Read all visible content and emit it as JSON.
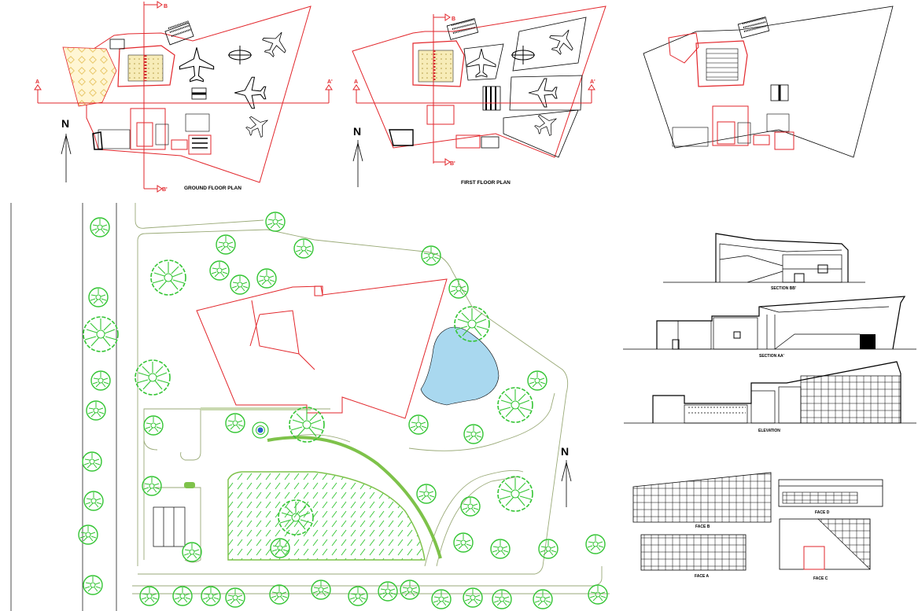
{
  "labels": {
    "ground_floor_plan": "GROUND FLOOR PLAN",
    "first_floor_plan": "FIRST FLOOR PLAN",
    "section_bb": "SECTION BB'",
    "section_aa": "SECTION AA'",
    "elevation": "ELEVATION",
    "face_a": "FACE A",
    "face_b": "FACE B",
    "face_c": "FACE C",
    "face_d": "FACE D",
    "north": "N",
    "sec_a": "A",
    "sec_a_prime": "A'",
    "sec_b": "B",
    "sec_b_prime": "B'"
  },
  "colors": {
    "wall_red": "#e2262b",
    "tree_green": "#34c534",
    "path_green": "#9aaa78",
    "pond_blue": "#a9d8ef",
    "ink": "#000000"
  }
}
